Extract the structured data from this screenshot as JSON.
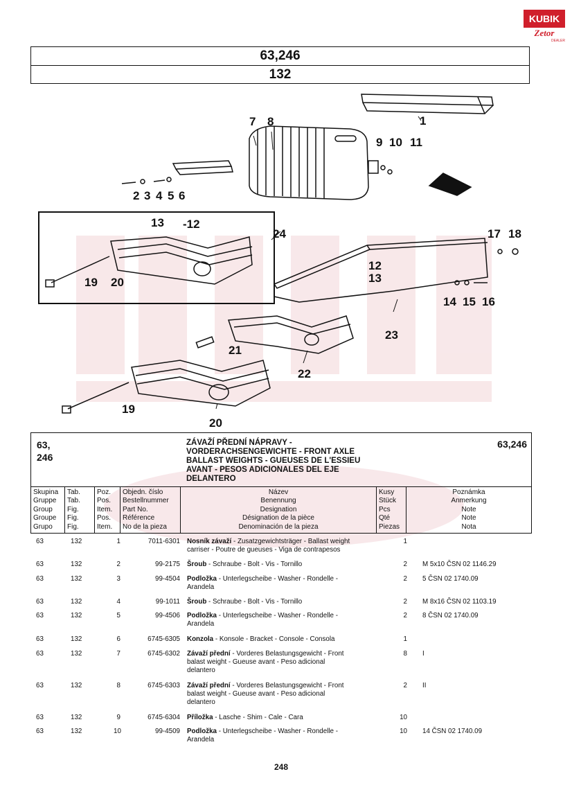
{
  "brand": {
    "top": "KUBIK",
    "bottom": "Zetor",
    "tiny": "DEALER"
  },
  "header": {
    "group": "63,246",
    "table": "132"
  },
  "callouts": [
    "1",
    "7",
    "8",
    "9",
    "10",
    "11",
    "2",
    "3",
    "4",
    "5",
    "6",
    "13",
    "-12",
    "24",
    "17",
    "18",
    "19",
    "20",
    "12",
    "13",
    "14",
    "15",
    "16",
    "21",
    "22",
    "23",
    "19",
    "20"
  ],
  "title": {
    "left_line1": "63,",
    "left_line2": "246",
    "lines": [
      "ZÁVAŽÍ PŘEDNÍ NÁPRAVY -",
      "VORDERACHSENGEWICHTE - FRONT AXLE",
      "BALLAST  WEIGHTS - GUEUSES DE L'ESSIEU",
      "AVANT - PESOS ADICIONALES DEL EJE",
      "DELANTERO"
    ],
    "right": "63,246"
  },
  "columns": {
    "skupina": [
      "Skupina",
      "Gruppe",
      "Group",
      "Groupe",
      "Grupo"
    ],
    "tab": [
      "Tab.",
      "Tab.",
      "Fig.",
      "Fig.",
      "Fig."
    ],
    "poz": [
      "Poz.",
      "Pos.",
      "Item.",
      "Pos.",
      "Item."
    ],
    "cislo": [
      "Objedn. číslo",
      "Bestellnummer",
      "Part No.",
      "Référence",
      "No de la pieza"
    ],
    "nazev": [
      "Název",
      "Benennung",
      "Designation",
      "Désignation de la pièce",
      "Denominación de la pieza"
    ],
    "kusy": [
      "Kusy",
      "Stück",
      "Pcs",
      "Qté",
      "Piezas"
    ],
    "poznamka": [
      "Poznámka",
      "Anmerkung",
      "Note",
      "Note",
      "Nota"
    ]
  },
  "rows": [
    {
      "s": "63",
      "t": "132",
      "p": "1",
      "n": "7011-6301",
      "b": "Nosník závaží",
      "d1": " - Zusatzgewichtsträger - Ballast weight",
      "d2": "carriser - Poutre de gueuses - Viga de contrapesos",
      "d3": "",
      "q": "1",
      "x": ""
    },
    {
      "s": "63",
      "t": "132",
      "p": "2",
      "n": "99-2175",
      "b": "Šroub",
      "d1": " - Schraube - Bolt - Vis - Tornillo",
      "d2": "",
      "d3": "",
      "q": "2",
      "x": "M 5x10 ČSN 02 1146.29"
    },
    {
      "s": "63",
      "t": "132",
      "p": "3",
      "n": "99-4504",
      "b": "Podložka",
      "d1": " - Unterlegscheibe - Washer - Rondelle -",
      "d2": "Arandela",
      "d3": "",
      "q": "2",
      "x": "5 ČSN 02 1740.09"
    },
    {
      "s": "63",
      "t": "132",
      "p": "4",
      "n": "99-1011",
      "b": "Šroub",
      "d1": " - Schraube - Bolt - Vis - Tornillo",
      "d2": "",
      "d3": "",
      "q": "2",
      "x": "M 8x16 ČSN 02 1103.19"
    },
    {
      "s": "63",
      "t": "132",
      "p": "5",
      "n": "99-4506",
      "b": "Podložka",
      "d1": " - Unterlegscheibe - Washer - Rondelle -",
      "d2": "Arandela",
      "d3": "",
      "q": "2",
      "x": "8 ČSN 02 1740.09"
    },
    {
      "s": "63",
      "t": "132",
      "p": "6",
      "n": "6745-6305",
      "b": "Konzola",
      "d1": " - Konsole - Bracket - Console - Consola",
      "d2": "",
      "d3": "",
      "q": "1",
      "x": ""
    },
    {
      "s": "63",
      "t": "132",
      "p": "7",
      "n": "6745-6302",
      "b": "Závaží přední",
      "d1": " - Vorderes Belastungsgewicht - Front",
      "d2": "balast weight  - Gueuse avant - Peso adicional",
      "d3": "delantero",
      "q": "8",
      "x": "I"
    },
    {
      "s": "63",
      "t": "132",
      "p": "8",
      "n": "6745-6303",
      "b": "Závaží přední",
      "d1": " - Vorderes Belastungsgewicht - Front",
      "d2": "balast weight  - Gueuse avant - Peso adicional",
      "d3": "delantero",
      "q": "2",
      "x": "II"
    },
    {
      "s": "63",
      "t": "132",
      "p": "9",
      "n": "6745-6304",
      "b": "Příložka",
      "d1": " - Lasche - Shim - Cale - Cara",
      "d2": "",
      "d3": "",
      "q": "10",
      "x": ""
    },
    {
      "s": "63",
      "t": "132",
      "p": "10",
      "n": "99-4509",
      "b": "Podložka",
      "d1": " - Unterlegscheibe - Washer - Rondelle -",
      "d2": "Arandela",
      "d3": "",
      "q": "10",
      "x": "14 ČSN 02 1740.09"
    }
  ],
  "page_number": "248",
  "colors": {
    "brand_red": "#d01f2b",
    "ink": "#111111"
  }
}
